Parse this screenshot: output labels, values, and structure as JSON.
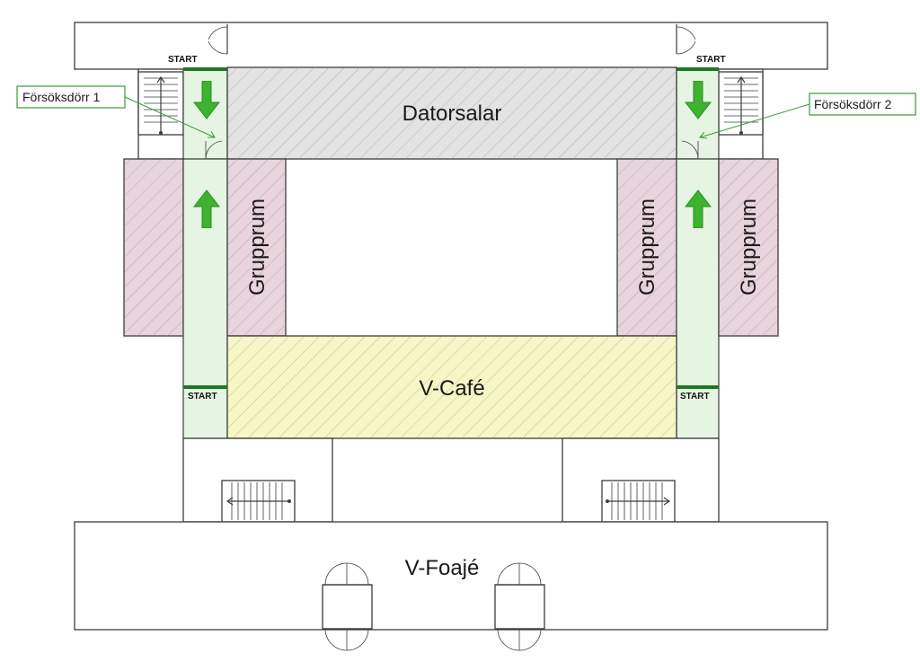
{
  "rooms": {
    "datorsalar": "Datorsalar",
    "grupprum": "Grupprum",
    "vcafe": "V-Café",
    "vfoaje": "V-Foajé"
  },
  "start_label": "START",
  "callouts": {
    "door1": "Försöksdörr 1",
    "door2": "Försöksdörr 2"
  },
  "colors": {
    "datorsalar_fill": "#e3e3e3",
    "grupprum_fill": "#e8d4dc",
    "vcafe_fill": "#f6f6c6",
    "corridor_fill": "#e6f5e3",
    "arrow": "#3db32e",
    "start_bar": "#1e7a1e",
    "callout_border": "#3a9a3a"
  }
}
